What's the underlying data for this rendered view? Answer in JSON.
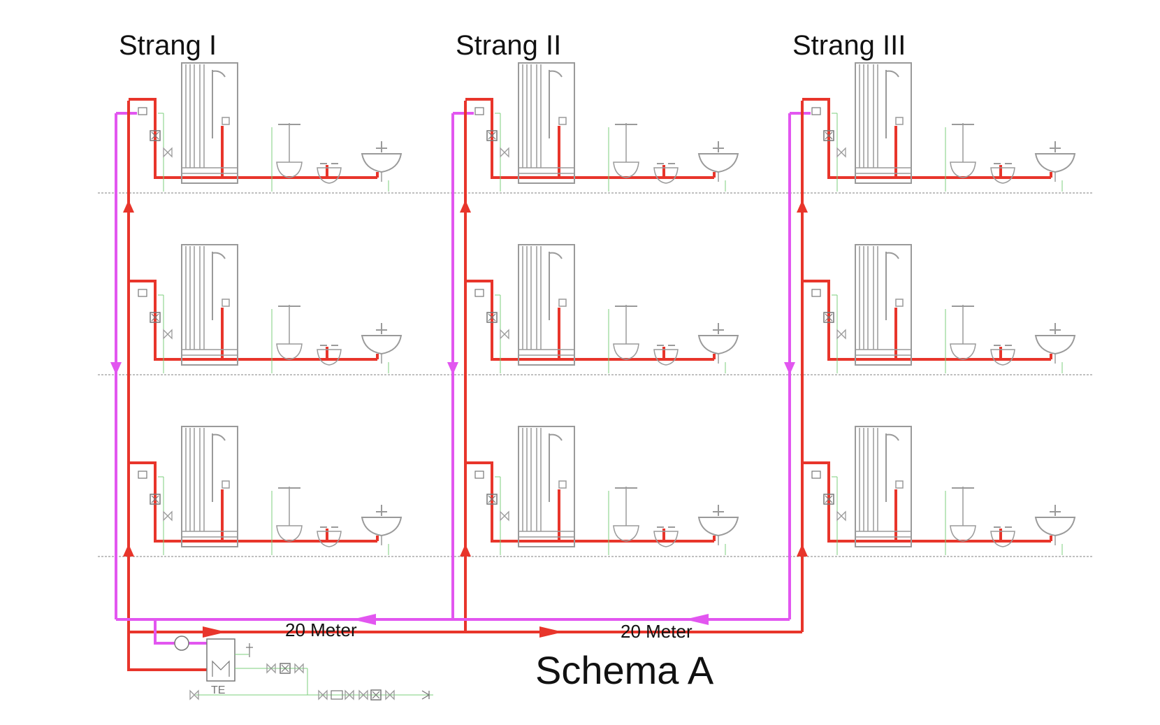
{
  "diagram": {
    "title": "Schema A",
    "risers": [
      {
        "label": "Strang I"
      },
      {
        "label": "Strang II"
      },
      {
        "label": "Strang III"
      }
    ],
    "floors": 3,
    "pipe_length_labels": [
      "20 Meter",
      "20 Meter"
    ],
    "heater_label": "TE",
    "colors": {
      "supply": "#e8352b",
      "circulation": "#e256f0",
      "fixture": "#9a9a9a",
      "thin": "#7ccf7c",
      "floor_line": "#9a9a9a"
    },
    "icons": [
      "shower-cabin-icon",
      "wc-icon",
      "bidet-icon",
      "washbasin-icon",
      "valve-icon",
      "pump-icon",
      "water-heater-icon",
      "water-meter-icon",
      "arrow-icon"
    ]
  }
}
